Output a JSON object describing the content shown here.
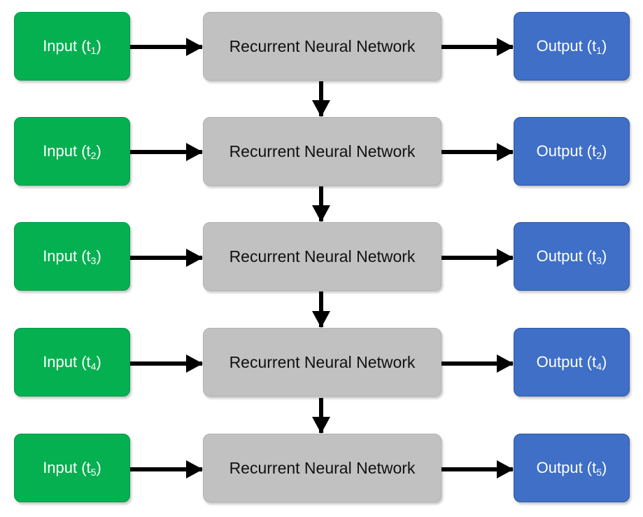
{
  "rows": [
    {
      "input": {
        "text": "Input (t",
        "sub": "1",
        "close": ")"
      },
      "rnn": "Recurrent Neural Network",
      "output": {
        "text": "Output (t",
        "sub": "1",
        "close": ")"
      }
    },
    {
      "input": {
        "text": "Input (t",
        "sub": "2",
        "close": ")"
      },
      "rnn": "Recurrent Neural Network",
      "output": {
        "text": "Output (t",
        "sub": "2",
        "close": ")"
      }
    },
    {
      "input": {
        "text": "Input (t",
        "sub": "3",
        "close": ")"
      },
      "rnn": "Recurrent Neural Network",
      "output": {
        "text": "Output (t",
        "sub": "3",
        "close": ")"
      }
    },
    {
      "input": {
        "text": "Input (t",
        "sub": "4",
        "close": ")"
      },
      "rnn": "Recurrent Neural Network",
      "output": {
        "text": "Output (t",
        "sub": "4",
        "close": ")"
      }
    },
    {
      "input": {
        "text": "Input (t",
        "sub": "5",
        "close": ")"
      },
      "rnn": "Recurrent Neural Network",
      "output": {
        "text": "Output (t",
        "sub": "5",
        "close": ")"
      }
    }
  ],
  "colors": {
    "input": "#05b050",
    "rnn": "#c1c1c1",
    "output": "#3f6fc6",
    "arrow": "#000000"
  }
}
